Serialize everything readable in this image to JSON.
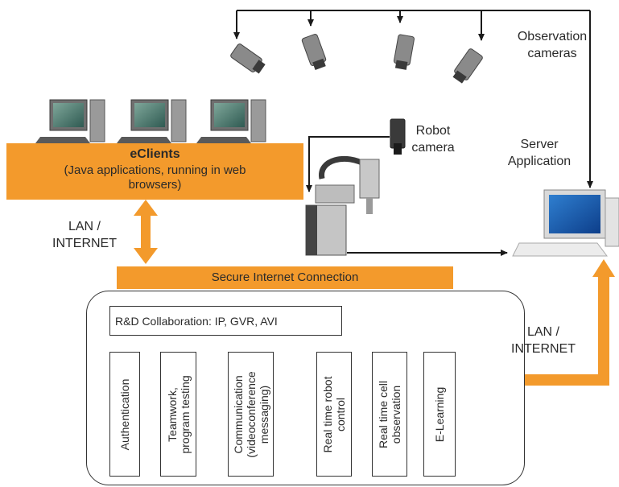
{
  "labels": {
    "observation_cameras": "Observation\ncameras",
    "robot_camera": "Robot\ncamera",
    "server_application": "Server\nApplication",
    "lan_internet_left": "LAN /\nINTERNET",
    "lan_internet_right": "LAN /\nINTERNET"
  },
  "eclients": {
    "title": "eClients",
    "subtitle": "(Java applications, running in web\nbrowsers)"
  },
  "secure_connection": "Secure Internet Connection",
  "rd_collaboration": "R&D Collaboration: IP, GVR, AVI",
  "modules": [
    "Authentication",
    "Teamwork,\nprogram testing",
    "Communication\n(videoconference\nmessaging)",
    "Real time robot\ncontrol",
    "Real time cell\nobservation",
    "E-Learning"
  ],
  "colors": {
    "accent_orange": "#f39a2c",
    "line": "#1a1a1a"
  },
  "icons": [
    "observation-camera-icon",
    "robot-camera-icon",
    "robot-arm-icon",
    "desktop-computer-icon",
    "server-computer-icon"
  ]
}
